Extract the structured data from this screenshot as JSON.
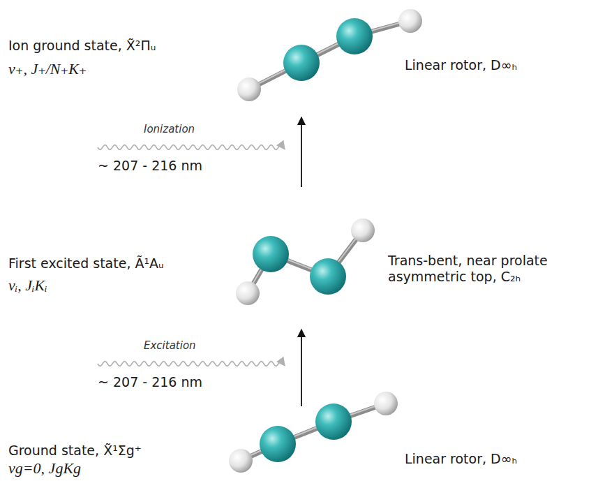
{
  "diagram": {
    "labels": [
      "Ion ground state, X̃²Πᵤ",
      "v₊, J₊/N₊K₊",
      "Linear rotor, D∞ₕ",
      "Ionization",
      "~ 207 - 216 nm",
      "First excited state, Ã¹Aᵤ",
      "vᵢ, JᵢKᵢ",
      "Trans-bent, near prolate asymmetric top, C₂ₕ",
      "Excitation",
      "~ 207 - 216 nm",
      "Ground state, X̃¹Σg⁺",
      "vg=0, JgKg",
      "Linear rotor, D∞ₕ"
    ]
  }
}
